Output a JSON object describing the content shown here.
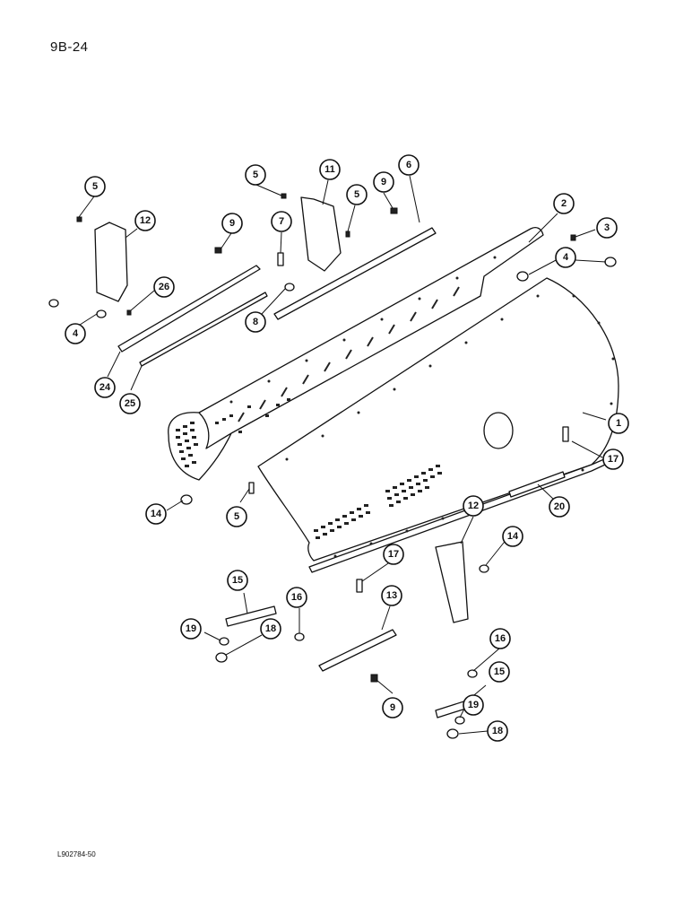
{
  "page": {
    "page_number": "9B-24",
    "figure_code": "L902784-50"
  },
  "callouts": [
    {
      "id": "c1",
      "label": "1"
    },
    {
      "id": "c2",
      "label": "2"
    },
    {
      "id": "c3",
      "label": "3"
    },
    {
      "id": "c4a",
      "label": "4"
    },
    {
      "id": "c4b",
      "label": "4"
    },
    {
      "id": "c5a",
      "label": "5"
    },
    {
      "id": "c5b",
      "label": "5"
    },
    {
      "id": "c5c",
      "label": "5"
    },
    {
      "id": "c5d",
      "label": "5"
    },
    {
      "id": "c6",
      "label": "6"
    },
    {
      "id": "c7",
      "label": "7"
    },
    {
      "id": "c8",
      "label": "8"
    },
    {
      "id": "c9a",
      "label": "9"
    },
    {
      "id": "c9b",
      "label": "9"
    },
    {
      "id": "c9c",
      "label": "9"
    },
    {
      "id": "c11",
      "label": "11"
    },
    {
      "id": "c12a",
      "label": "12"
    },
    {
      "id": "c12b",
      "label": "12"
    },
    {
      "id": "c13",
      "label": "13"
    },
    {
      "id": "c14a",
      "label": "14"
    },
    {
      "id": "c14b",
      "label": "14"
    },
    {
      "id": "c15a",
      "label": "15"
    },
    {
      "id": "c15b",
      "label": "15"
    },
    {
      "id": "c16a",
      "label": "16"
    },
    {
      "id": "c16b",
      "label": "16"
    },
    {
      "id": "c17a",
      "label": "17"
    },
    {
      "id": "c17b",
      "label": "17"
    },
    {
      "id": "c18a",
      "label": "18"
    },
    {
      "id": "c18b",
      "label": "18"
    },
    {
      "id": "c19a",
      "label": "19"
    },
    {
      "id": "c19b",
      "label": "19"
    },
    {
      "id": "c20",
      "label": "20"
    },
    {
      "id": "c24",
      "label": "24"
    },
    {
      "id": "c25",
      "label": "25"
    },
    {
      "id": "c26",
      "label": "26"
    }
  ]
}
